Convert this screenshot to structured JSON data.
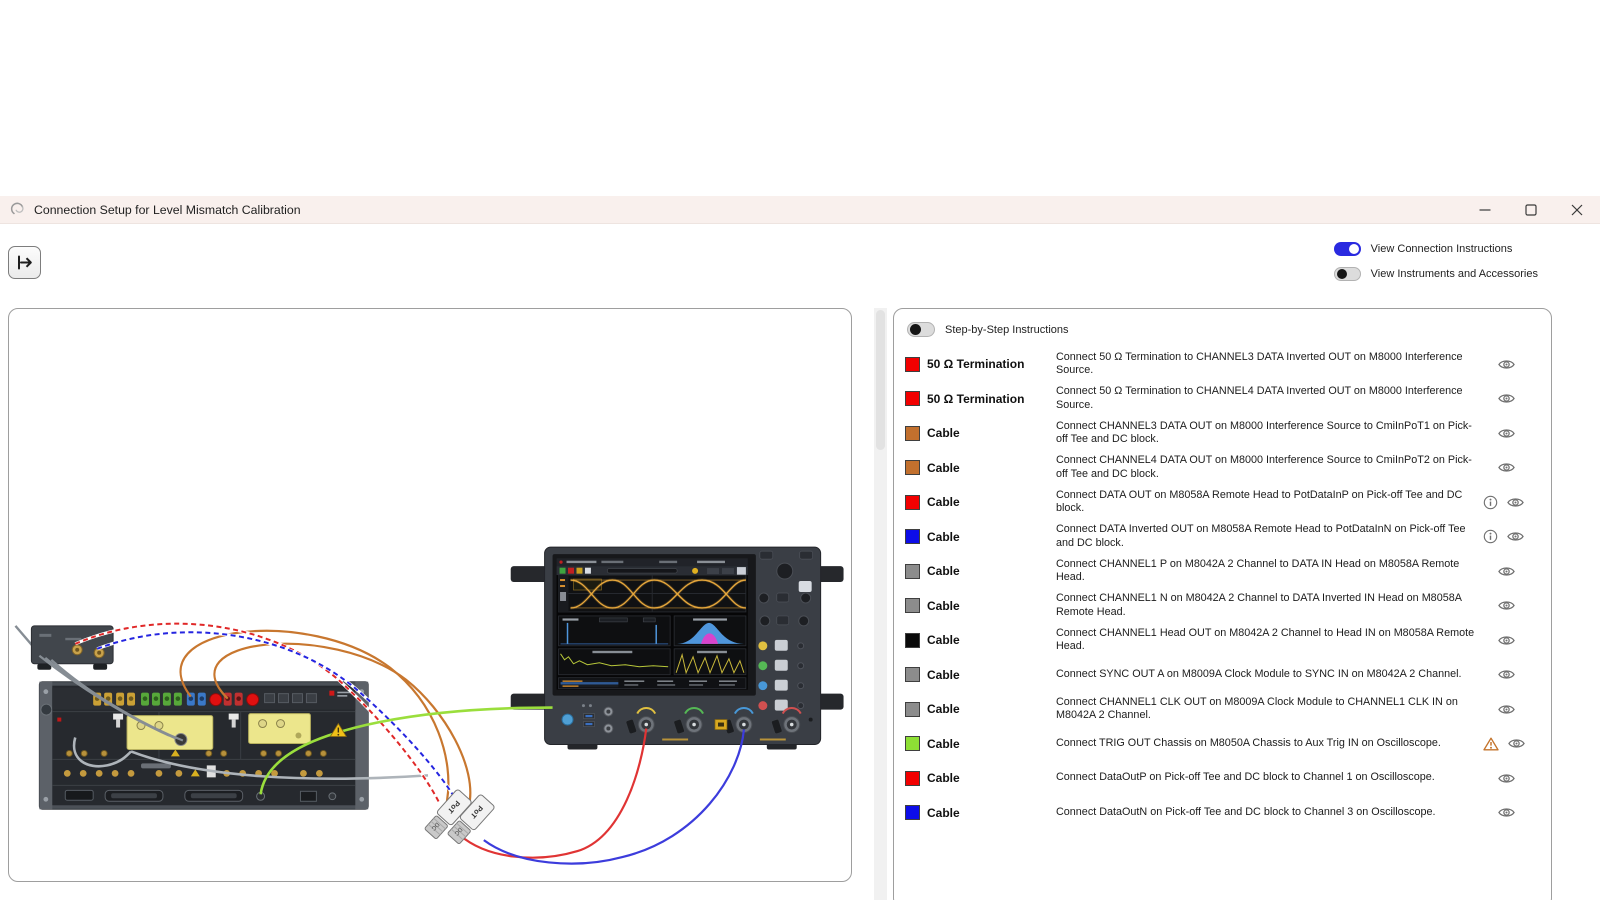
{
  "title_bar": {
    "title": "Connection Setup for Level Mismatch Calibration"
  },
  "view_toggles": {
    "connection_instructions": {
      "label": "View Connection Instructions",
      "state": "on"
    },
    "instruments_accessories": {
      "label": "View Instruments and Accessories",
      "state": "off"
    }
  },
  "instructions": {
    "header_toggle": {
      "label": "Step-by-Step Instructions",
      "state": "off"
    },
    "rows": [
      {
        "item": "50 Ω Termination",
        "color": "#f20000",
        "text": "Connect 50 Ω Termination to CHANNEL3 DATA Inverted OUT on M8000 Interference Source.",
        "info": false,
        "warn": false
      },
      {
        "item": "50 Ω Termination",
        "color": "#f20000",
        "text": "Connect 50 Ω Termination to CHANNEL4 DATA Inverted OUT on M8000 Interference Source.",
        "info": false,
        "warn": false
      },
      {
        "item": "Cable",
        "color": "#c2702e",
        "text": "Connect CHANNEL3 DATA OUT on M8000 Interference Source to CmiInPoT1 on Pick-off Tee and DC block.",
        "info": false,
        "warn": false
      },
      {
        "item": "Cable",
        "color": "#c2702e",
        "text": "Connect CHANNEL4 DATA OUT on M8000 Interference Source to CmiInPoT2 on Pick-off Tee and DC block.",
        "info": false,
        "warn": false
      },
      {
        "item": "Cable",
        "color": "#f20000",
        "text": "Connect DATA OUT on M8058A Remote Head to PotDataInP on Pick-off Tee and DC block.",
        "info": true,
        "warn": false
      },
      {
        "item": "Cable",
        "color": "#0d0de8",
        "text": "Connect DATA Inverted OUT on M8058A Remote Head to PotDataInN on Pick-off Tee and DC block.",
        "info": true,
        "warn": false
      },
      {
        "item": "Cable",
        "color": "#8c8c8c",
        "text": "Connect CHANNEL1 P on M8042A 2 Channel to DATA IN Head on M8058A Remote Head.",
        "info": false,
        "warn": false
      },
      {
        "item": "Cable",
        "color": "#8c8c8c",
        "text": "Connect CHANNEL1 N on M8042A 2 Channel to DATA Inverted IN Head on M8058A Remote Head.",
        "info": false,
        "warn": false
      },
      {
        "item": "Cable",
        "color": "#0a0a0a",
        "text": "Connect CHANNEL1 Head OUT on M8042A 2 Channel to Head IN on M8058A Remote Head.",
        "info": false,
        "warn": false
      },
      {
        "item": "Cable",
        "color": "#8c8c8c",
        "text": "Connect SYNC OUT A on M8009A Clock Module to SYNC IN on M8042A 2 Channel.",
        "info": false,
        "warn": false
      },
      {
        "item": "Cable",
        "color": "#8c8c8c",
        "text": "Connect CHANNEL1 CLK OUT on M8009A Clock Module to CHANNEL1 CLK IN on M8042A 2 Channel.",
        "info": false,
        "warn": false
      },
      {
        "item": "Cable",
        "color": "#8ee035",
        "text": "Connect TRIG OUT Chassis on M8050A Chassis to Aux Trig IN on Oscilloscope.",
        "info": false,
        "warn": true
      },
      {
        "item": "Cable",
        "color": "#f20000",
        "text": "Connect DataOutP on Pick-off Tee and DC block to Channel 1 on Oscilloscope.",
        "info": false,
        "warn": false
      },
      {
        "item": "Cable",
        "color": "#0d0de8",
        "text": "Connect DataOutN on Pick-off Tee and DC block to Channel 3 on Oscilloscope.",
        "info": false,
        "warn": false
      }
    ]
  },
  "diagram": {
    "pot_block_label": "PoT",
    "dc_block_label": "DC",
    "warning_color": "#f0c018",
    "cable_colors": {
      "reddash": "#e02828",
      "bluedash": "#2525e0",
      "orange": "#c8772f",
      "green": "#9ade3c",
      "red": "#e03434",
      "blue": "#3c3cdc",
      "gray": "#868d94"
    }
  }
}
